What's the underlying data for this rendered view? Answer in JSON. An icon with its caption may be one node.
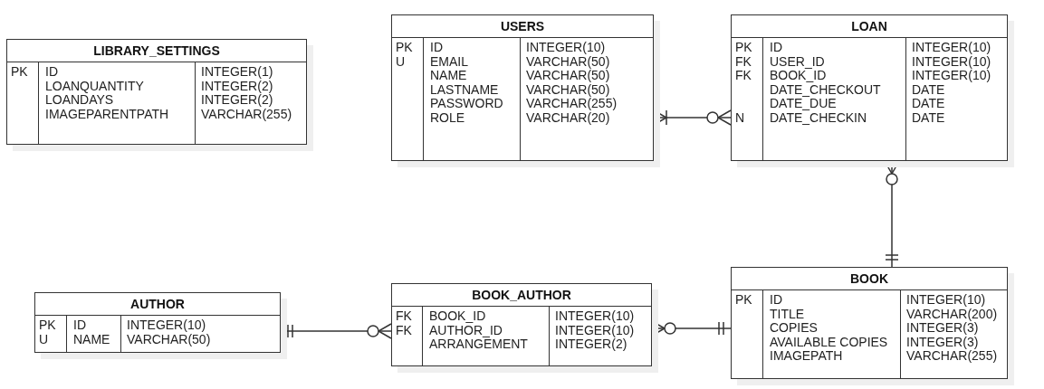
{
  "diagram": {
    "nodes": [
      {
        "text": [
          "LIBRARY_SETTINGS"
        ]
      },
      {
        "text": [
          "PK",
          "ID",
          "INTEGER(1)"
        ],
        "in": 0
      },
      {
        "text": [
          "LOANQUANTITY",
          "INTEGER(2)"
        ],
        "in": 0
      },
      {
        "text": [
          "LOANDAYS",
          "INTEGER(2)"
        ],
        "in": 0
      },
      {
        "text": [
          "IMAGEPARENTPATH",
          "VARCHAR(255)"
        ],
        "in": 0
      },
      {
        "text": [
          "USERS"
        ]
      },
      {
        "text": [
          "PK",
          "ID",
          "INTEGER(10)"
        ],
        "in": 5
      },
      {
        "text": [
          "U",
          "EMAIL",
          "VARCHAR(50)"
        ],
        "in": 5
      },
      {
        "text": [
          "NAME",
          "VARCHAR(50)"
        ],
        "in": 5
      },
      {
        "text": [
          "LASTNAME",
          "VARCHAR(50)"
        ],
        "in": 5
      },
      {
        "text": [
          "PASSWORD",
          "VARCHAR(255)"
        ],
        "in": 5
      },
      {
        "text": [
          "ROLE",
          "VARCHAR(20)"
        ],
        "in": 5
      },
      {
        "text": [
          "LOAN"
        ]
      },
      {
        "text": [
          "PK",
          "ID",
          "INTEGER(10)"
        ],
        "in": 12
      },
      {
        "text": [
          "FK",
          "USER_ID",
          "INTEGER(10)"
        ],
        "in": 12
      },
      {
        "text": [
          "FK",
          "BOOK_ID",
          "INTEGER(10)"
        ],
        "in": 12
      },
      {
        "text": [
          "DATE_CHECKOUT",
          "DATE"
        ],
        "in": 12
      },
      {
        "text": [
          "DATE_DUE",
          "DATE"
        ],
        "in": 12
      },
      {
        "text": [
          "N",
          "DATE_CHECKIN",
          "DATE"
        ],
        "in": 12
      },
      {
        "text": [
          "AUTHOR"
        ]
      },
      {
        "text": [
          "PK",
          "ID",
          "INTEGER(10)"
        ],
        "in": 19
      },
      {
        "text": [
          "U",
          "NAME",
          "VARCHAR(50)"
        ],
        "in": 19
      },
      {
        "text": [
          "BOOK_AUTHOR"
        ]
      },
      {
        "text": [
          "FK",
          "BOOK_ID",
          "INTEGER(10)"
        ],
        "in": 22
      },
      {
        "text": [
          "FK",
          "AUTHOR_ID",
          "INTEGER(10)"
        ],
        "in": 22
      },
      {
        "text": [
          "ARRANGEMENT",
          "INTEGER(2)"
        ],
        "in": 22
      },
      {
        "text": [
          "BOOK"
        ]
      },
      {
        "text": [
          "PK",
          "ID",
          "INTEGER(10)"
        ],
        "in": 26
      },
      {
        "text": [
          "TITLE",
          "VARCHAR(200)"
        ],
        "in": 26
      },
      {
        "text": [
          "COPIES",
          "INTEGER(3)"
        ],
        "in": 26
      },
      {
        "text": [
          "AVAILABLE COPIES",
          "INTEGER(3)"
        ],
        "in": 26
      },
      {
        "text": [
          "IMAGEPATH",
          "VARCHAR(255)"
        ],
        "in": 26
      }
    ],
    "edges": [
      {
        "from": 5,
        "to": 12,
        "arrow": "other"
      },
      {
        "from": 12,
        "to": 26,
        "arrow": "other"
      },
      {
        "from": 19,
        "to": 22,
        "arrow": "other"
      },
      {
        "from": 22,
        "to": 26,
        "arrow": "other"
      }
    ]
  }
}
